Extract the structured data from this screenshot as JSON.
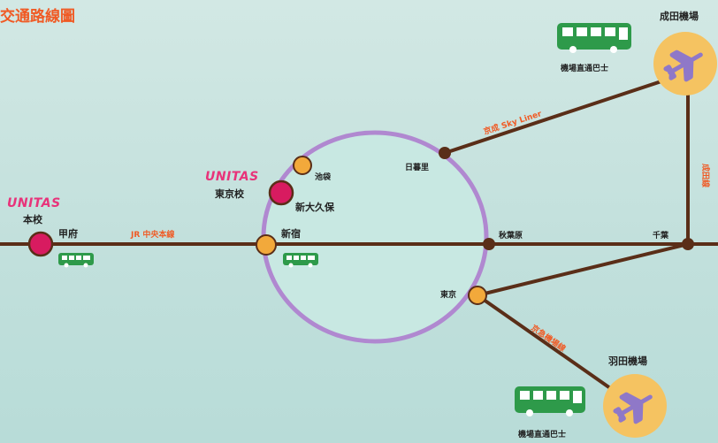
{
  "title": "交通路線圖",
  "brand": "UNITAS",
  "campus_main": "本校",
  "campus_tokyo": "東京校",
  "stations": {
    "kofu": "甲府",
    "shinjuku": "新宿",
    "ikebukuro": "池袋",
    "shin_okubo": "新大久保",
    "nippori": "日暮里",
    "akihabara": "秋葉原",
    "tokyo": "東京",
    "chiba": "千葉",
    "narita": "成田機場",
    "haneda": "羽田機場"
  },
  "lines": {
    "chuo": "JR 中央本線",
    "skyliner": "京成 Sky Liner",
    "narita_line": "成田線",
    "keikyu": "京急機場線"
  },
  "bus_labels": {
    "narita": "機場直通巴士",
    "haneda": "機場直通巴士"
  },
  "colors": {
    "title": "#f05a24",
    "rail": "#5a2e18",
    "loop": "#b088d0",
    "station_orange": "#f2a93b",
    "unitas_pink": "#d81b60",
    "airport": "#f5c361",
    "plane": "#8f78c8",
    "bus": "#2e9a4a"
  }
}
